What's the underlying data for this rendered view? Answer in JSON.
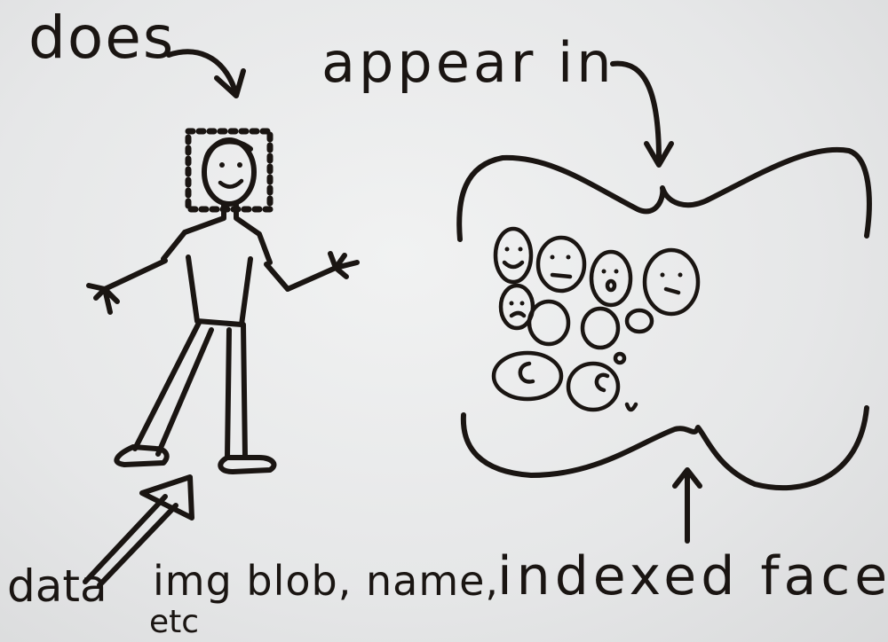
{
  "labels": {
    "does": "does",
    "appear_in": "appear in",
    "data": "data",
    "img_blob_name": "img blob, name,",
    "etc": "etc",
    "indexed_faces": "indexed faces"
  },
  "colors": {
    "ink": "#1a1512",
    "board": "#e6e7e8"
  }
}
